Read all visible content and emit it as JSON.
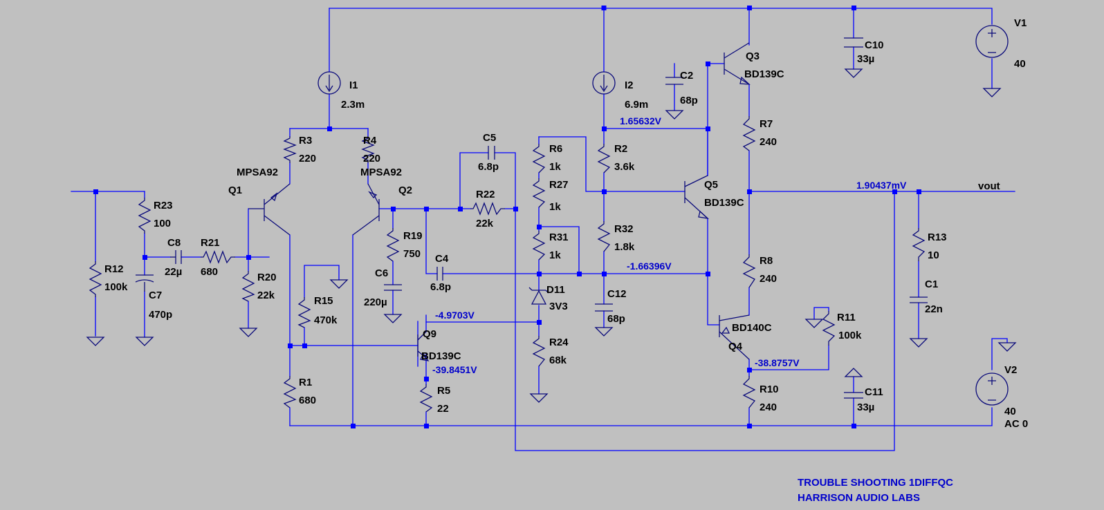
{
  "labels": {
    "v1_name": "V1",
    "v1_val": "40",
    "v2_name": "V2",
    "v2_val": "40",
    "v2_ac": "AC 0",
    "c10_name": "C10",
    "c10_val": "33µ",
    "c11_name": "C11",
    "c11_val": "33µ",
    "c1_name": "C1",
    "c1_val": "22n",
    "c2_name": "C2",
    "c2_val": "68p",
    "c4_name": "C4",
    "c4_val": "6.8p",
    "c5_name": "C5",
    "c5_val": "6.8p",
    "c6_name": "C6",
    "c6_val": "220µ",
    "c7_name": "C7",
    "c7_val": "470p",
    "c8_name": "C8",
    "c8_val": "22µ",
    "c12_name": "C12",
    "c12_val": "68p",
    "i1_name": "I1",
    "i1_val": "2.3m",
    "i2_name": "I2",
    "i2_val": "6.9m",
    "q1_name": "Q1",
    "q1_model": "MPSA92",
    "q2_name": "Q2",
    "q2_model": "MPSA92",
    "q3_name": "Q3",
    "q3_model": "BD139C",
    "q4_name": "Q4",
    "q4_model": "BD140C",
    "q5_name": "Q5",
    "q5_model": "BD139C",
    "q9_name": "Q9",
    "q9_model": "BD139C",
    "d11_name": "D11",
    "d11_val": "3V3",
    "r1_name": "R1",
    "r1_val": "680",
    "r2_name": "R2",
    "r2_val": "3.6k",
    "r3_name": "R3",
    "r3_val": "220",
    "r4_name": "R4",
    "r4_val": "220",
    "r5_name": "R5",
    "r5_val": "22",
    "r6_name": "R6",
    "r6_val": "1k",
    "r7_name": "R7",
    "r7_val": "240",
    "r8_name": "R8",
    "r8_val": "240",
    "r10_name": "R10",
    "r10_val": "240",
    "r11_name": "R11",
    "r11_val": "100k",
    "r12_name": "R12",
    "r12_val": "100k",
    "r13_name": "R13",
    "r13_val": "10",
    "r15_name": "R15",
    "r15_val": "470k",
    "r19_name": "R19",
    "r19_val": "750",
    "r20_name": "R20",
    "r20_val": "22k",
    "r21_name": "R21",
    "r21_val": "680",
    "r22_name": "R22",
    "r22_val": "22k",
    "r23_name": "R23",
    "r23_val": "100",
    "r24_name": "R24",
    "r24_val": "68k",
    "r27_name": "R27",
    "r27_val": "1k",
    "r31_name": "R31",
    "r31_val": "1k",
    "r32_name": "R32",
    "r32_val": "1.8k",
    "vout": "vout"
  },
  "voltages": {
    "top_bias": "1.65632V",
    "bottom_bias": "-1.66396V",
    "q9_base": "-4.9703V",
    "q9_emitter": "-39.8451V",
    "q4_emitter": "-38.8757V",
    "output": "1.90437mV"
  },
  "notes": {
    "line1": "TROUBLE SHOOTING 1DIFFQC",
    "line2": "HARRISON AUDIO LABS"
  },
  "colors": {
    "background": "#c0c0c0",
    "wire": "#0000ff",
    "net_label": "#0000cc",
    "text": "#000000"
  }
}
